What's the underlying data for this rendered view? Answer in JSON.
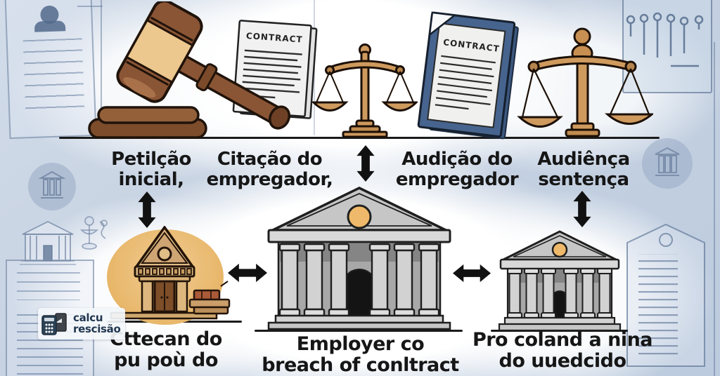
{
  "top_labels": [
    {
      "line1": "Petilção",
      "line2": "inicial,"
    },
    {
      "line1": "Citação do",
      "line2": "empregador,"
    },
    {
      "line1": "Audição do",
      "line2": "empregador"
    },
    {
      "line1": "Audiênça",
      "line2": "sentença"
    }
  ],
  "bottom_labels": [
    {
      "line1": "Cttecan do",
      "line2": "pu poù do"
    },
    {
      "line1": "Employer co",
      "line2": "breach of conltract"
    },
    {
      "line1": "Pro coland a nina",
      "line2": "do uuedcido"
    }
  ],
  "documents": {
    "contract1_title": "CONTRACT",
    "contract2_title": "CONTRACT"
  },
  "logo": {
    "line1": "calcu",
    "line2": "rescisão"
  },
  "colors": {
    "background_blue": "#c6d2e2",
    "text": "#161616",
    "arrow_black": "#111111",
    "gavel_brown": "#8a5535",
    "gavel_band_tan": "#ecc78e",
    "scales_tan": "#cf9a5e",
    "contract_paper": "#f0f0ee",
    "contract_folder_blue": "#46648e",
    "courthouse_gray": "#c9c9c9",
    "courthouse_gold": "#eeb96a",
    "left_courthouse_tan": "#e0bc86",
    "orange_glow": "#e9ba70",
    "logo_navy": "#223750"
  }
}
